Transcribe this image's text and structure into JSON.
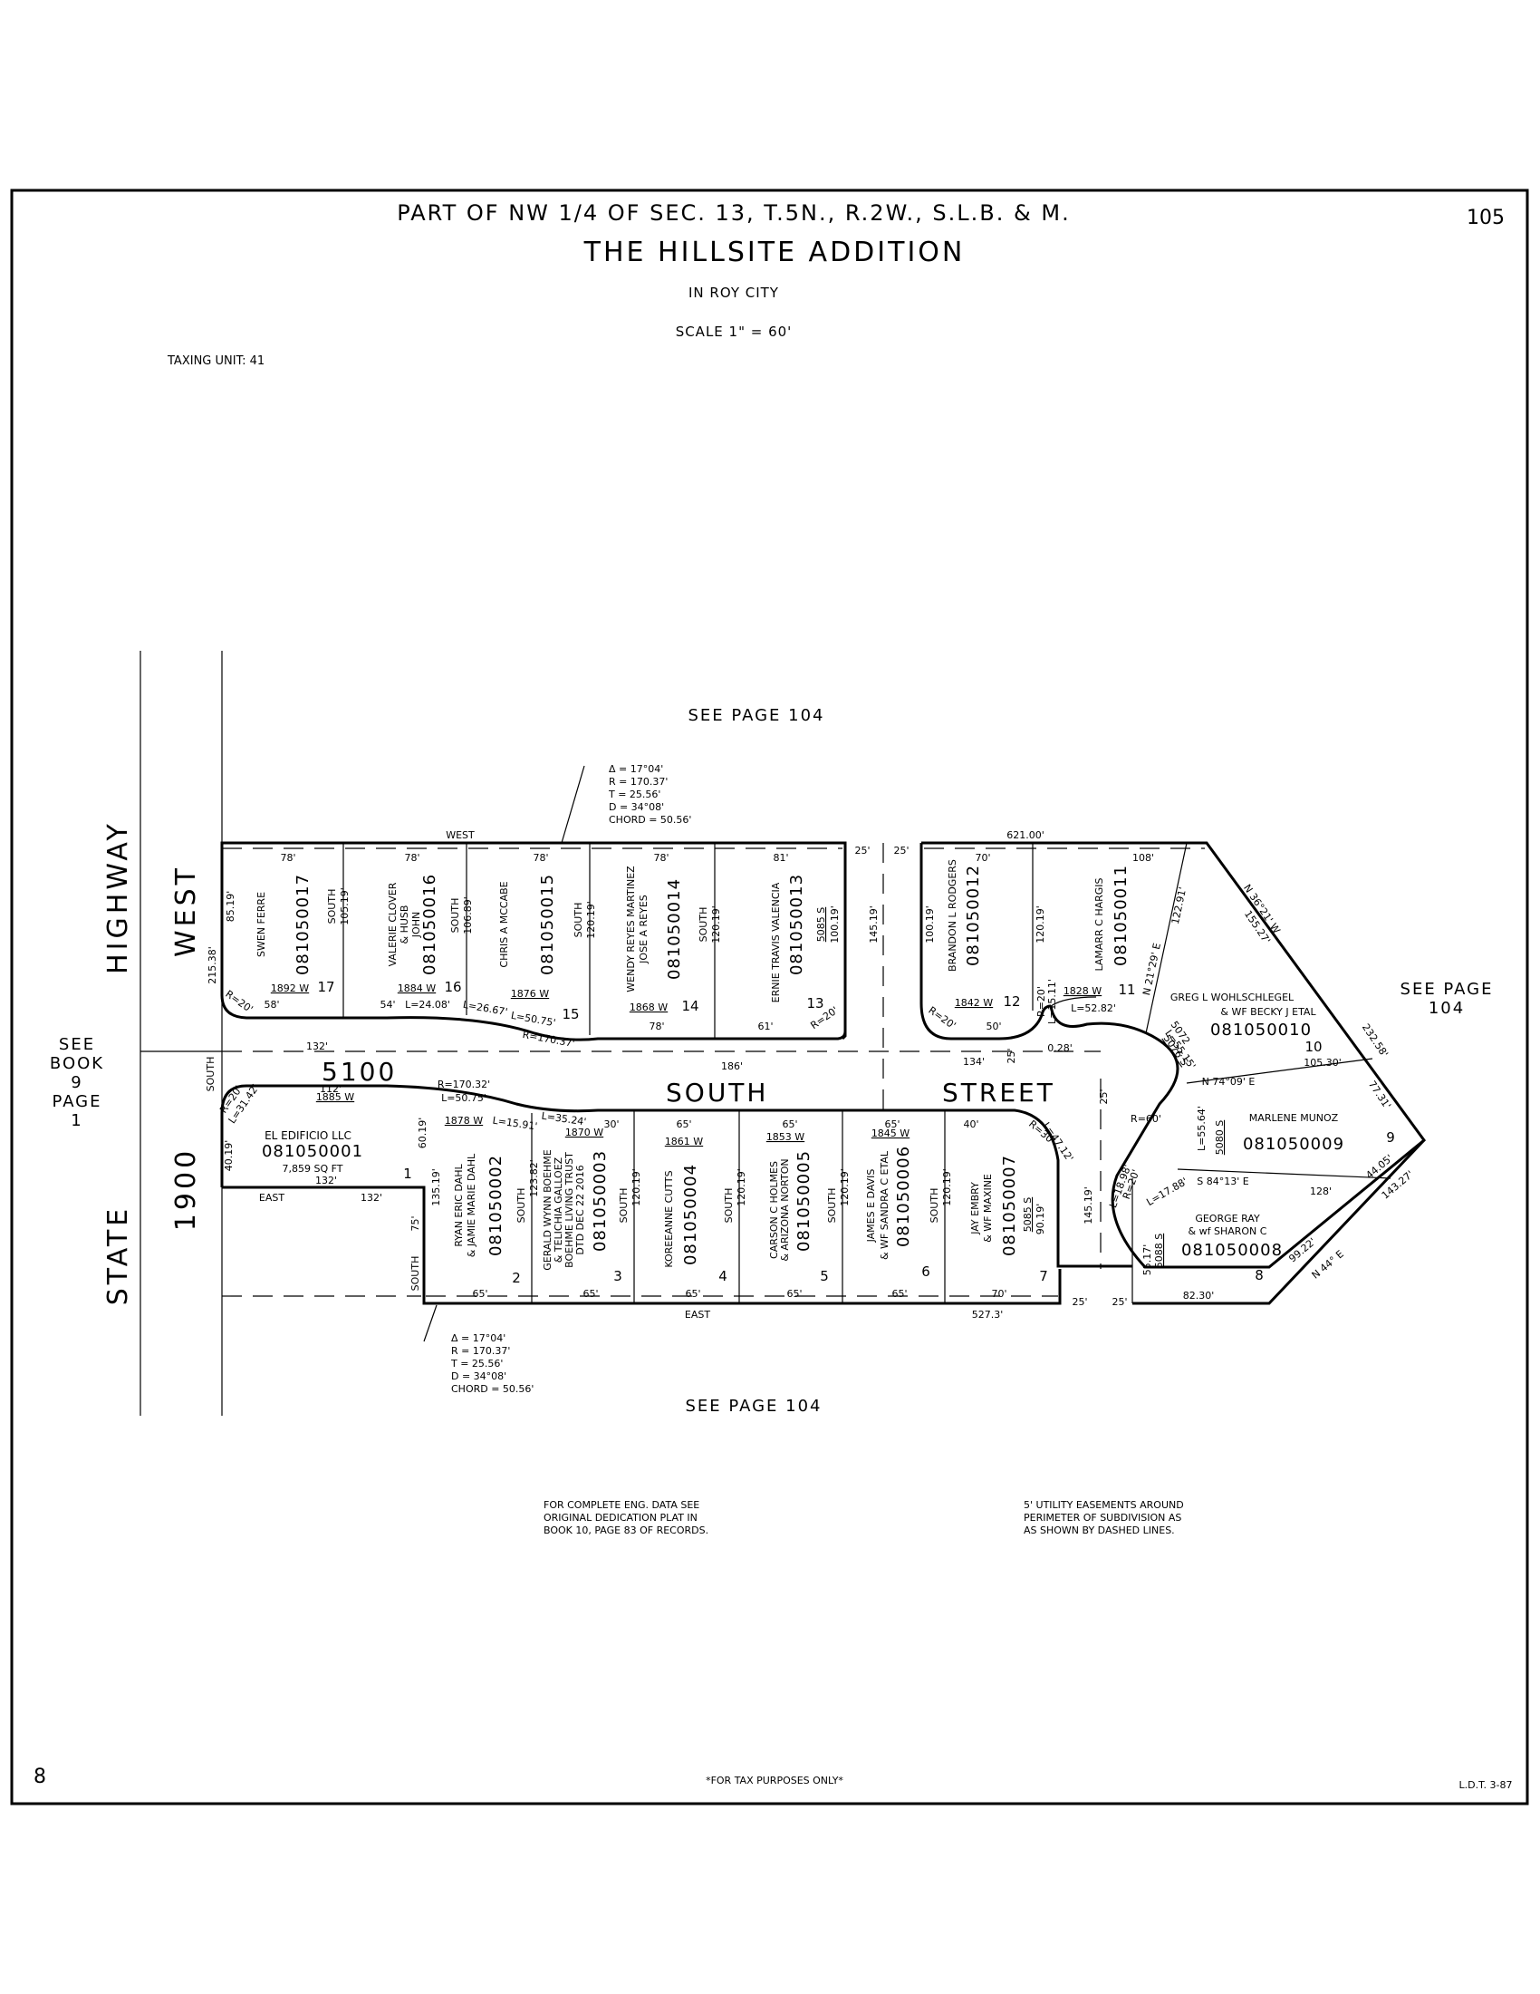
{
  "header": {
    "section": "PART OF NW 1/4 OF SEC. 13, T.5N., R.2W., S.L.B. & M.",
    "title": "THE HILLSITE ADDITION",
    "city": "IN ROY CITY",
    "scale": "SCALE 1\" = 60'",
    "taxing_unit": "TAXING UNIT: 41",
    "page_number": "105",
    "corner_number": "8",
    "tax_note": "*FOR TAX PURPOSES ONLY*",
    "ldt": "L.D.T. 3-87"
  },
  "references": {
    "see_top": "SEE PAGE 104",
    "see_bottom": "SEE PAGE 104",
    "see_right_1": "SEE PAGE",
    "see_right_2": "104",
    "see_left_1": "SEE",
    "see_left_2": "BOOK",
    "see_left_3": "9",
    "see_left_4": "PAGE",
    "see_left_5": "1"
  },
  "streets": {
    "highway_1": "HIGHWAY",
    "highway_2": "WEST",
    "state_1": "STATE",
    "state_2": "1900",
    "street_1": "5100",
    "street_2": "SOUTH",
    "street_3": "STREET"
  },
  "curve_top": {
    "delta": "Δ = 17°04'",
    "r": "R = 170.37'",
    "t": "T = 25.56'",
    "d": "D = 34°08'",
    "chord": "CHORD = 50.56'"
  },
  "curve_bottom": {
    "delta": "Δ = 17°04'",
    "r": "R = 170.37'",
    "t": "T = 25.56'",
    "d": "D = 34°08'",
    "chord": "CHORD = 50.56'"
  },
  "notes": {
    "eng_1": "FOR COMPLETE ENG. DATA SEE",
    "eng_2": "ORIGINAL DEDICATION PLAT IN",
    "eng_3": "BOOK 10, PAGE 83 OF RECORDS.",
    "ease_1": "5' UTILITY EASEMENTS AROUND",
    "ease_2": "PERIMETER OF SUBDIVISION AS",
    "ease_3": "AS SHOWN BY DASHED LINES."
  },
  "lots": {
    "l17": {
      "owner": "SWEN FERRE",
      "parcel": "081050017",
      "addr": "1892 W",
      "num": "17"
    },
    "l16": {
      "owner1": "VALERIE CLOVER",
      "owner2": "& HUSB",
      "owner3": "JOHN",
      "parcel": "081050016",
      "addr": "1884 W",
      "num": "16"
    },
    "l15": {
      "owner": "CHRIS A MCCABE",
      "parcel": "081050015",
      "addr": "1876 W",
      "num": "15"
    },
    "l14": {
      "owner1": "WENDY REYES MARTINEZ",
      "owner2": "JOSE A REYES",
      "parcel": "081050014",
      "addr": "1868 W",
      "num": "14"
    },
    "l13": {
      "owner": "ERNIE TRAVIS VALENCIA",
      "parcel": "081050013",
      "addr": "5085 S",
      "num": "13"
    },
    "l12": {
      "owner": "BRANDON L RODGERS",
      "parcel": "081050012",
      "addr": "1842 W",
      "num": "12"
    },
    "l11": {
      "owner": "LAMARR C HARGIS",
      "parcel": "081050011",
      "addr": "1828 W",
      "num": "11"
    },
    "l10": {
      "owner1": "GREG L WOHLSCHLEGEL",
      "owner2": "& WF BECKY J ETAL",
      "parcel": "081050010",
      "addr": "5076 S",
      "addr2": "5072",
      "num": "10"
    },
    "l9": {
      "owner": "MARLENE MUNOZ",
      "parcel": "081050009",
      "addr": "5080 S",
      "num": "9"
    },
    "l8": {
      "owner1": "GEORGE RAY",
      "owner2": "& wf SHARON C",
      "parcel": "081050008",
      "addr": "5088 S",
      "num": "8"
    },
    "l7": {
      "owner1": "JAY EMBRY",
      "owner2": "& WF MAXINE",
      "parcel": "081050007",
      "addr": "5085 S",
      "num": "7"
    },
    "l6": {
      "owner1": "JAMES E DAVIS",
      "owner2": "& WF SANDRA C ETAL",
      "parcel": "081050006",
      "addr": "1845 W",
      "num": "6"
    },
    "l5": {
      "owner1": "CARSON C HOLMES",
      "owner2": "& ARIZONA NORTON",
      "parcel": "081050005",
      "addr": "1853 W",
      "num": "5"
    },
    "l4": {
      "owner": "KOREEANNE CUTTS",
      "parcel": "081050004",
      "addr": "1861 W",
      "num": "4"
    },
    "l3": {
      "owner1": "GERALD WYNN BOEHME",
      "owner2": "& TELICHIA GALLOEZ",
      "owner3": "BOEHME LIVING TRUST",
      "owner4": "DTD DEC 22 2016",
      "parcel": "081050003",
      "addr": "1870 W",
      "num": "3"
    },
    "l2": {
      "owner1": "RYAN ERIC DAHL",
      "owner2": "& JAMIE MARIE DAHL",
      "parcel": "081050002",
      "addr": "1878 W",
      "num": "2"
    },
    "l1": {
      "owner": "EL EDIFICIO LLC",
      "parcel": "081050001",
      "area": "7,859 SQ FT",
      "addr": "1885 W",
      "num": "1"
    }
  },
  "dims": {
    "west": "WEST",
    "d621": "621.00'",
    "d78a": "78'",
    "d78b": "78'",
    "d78c": "78'",
    "d78d": "78'",
    "d81": "81'",
    "d25a": "25'",
    "d25b": "25'",
    "d70top": "70'",
    "d108": "108'",
    "d8519": "85.19'",
    "d10519": "105.19'",
    "d10689": "106.89'",
    "d12019a": "120.19'",
    "d12019b": "120.19'",
    "d10019": "100.19'",
    "d14519a": "145.19'",
    "d10019b": "100.19'",
    "d12019c": "120.19'",
    "south_a": "SOUTH",
    "south_b": "SOUTH",
    "south_c": "SOUTH",
    "south_d": "SOUTH",
    "d58": "58'",
    "d54": "54'",
    "l2408": "L=24.08'",
    "l2667": "L=26.67'",
    "l5075a": "L=50.75'",
    "r17037a": "R=170.37'",
    "d78e": "78'",
    "d61": "61'",
    "r20a": "R=20'",
    "r20b": "R=20'",
    "d50": "50'",
    "r20c": "R=20'",
    "l1511": "L=15.11'",
    "l5282": "L=52.82'",
    "d028": "0.28'",
    "d134": "134'",
    "d25c": "25'",
    "d186": "186'",
    "d132a": "132'",
    "d21538": "215.38'",
    "r20d": "R=20'",
    "n3621": "N 36°21' W",
    "d15527": "155.27'",
    "n2129": "N 21°29' E",
    "d12291": "122.91'",
    "l5515": "L=55.15'",
    "d23258": "232.58'",
    "d10530": "105.30'",
    "n7409": "N 74°09' E",
    "d7731": "77.31'",
    "l5564": "L=55.64'",
    "r60": "R=60'",
    "d25d": "25'",
    "d4405": "44.05'",
    "d14327": "143.27'",
    "s8413": "S 84°13' E",
    "d128": "128'",
    "d9922": "99.22'",
    "n44": "N 44° E",
    "d5517": "55.17'",
    "l1898": "L=18.98'",
    "r20e": "R=20'",
    "l1788": "L=17.88'",
    "d8230": "82.30'",
    "d25e": "25'",
    "d25f": "25'",
    "d14519b": "145.19'",
    "d5273": "527.3'",
    "east_b": "EAST",
    "d70b": "70'",
    "r30": "R=30'",
    "l4712": "L=47.12'",
    "d40": "40'",
    "d65a": "65'",
    "d65b": "65'",
    "d65c": "65'",
    "d65d": "65'",
    "d65e": "65'",
    "d30": "30'",
    "r17037b": "R=170.32'",
    "l5075b": "L=50.75'",
    "l1591": "L=15.91'",
    "l3524": "L=35.24'",
    "d112": "112'",
    "d6019": "60.19'",
    "d13519": "135.19'",
    "d75": "75'",
    "south_e": "SOUTH",
    "d4019": "40.19'",
    "r20f": "R=20'",
    "l3142": "L=31.42'",
    "east_a": "EAST",
    "d132b": "132'",
    "d132c": "132'",
    "d12382": "123.82'",
    "d12019d": "120.19'",
    "d12019e": "120.19'",
    "d12019f": "120.19'",
    "d12019g": "120.19'",
    "d9019": "90.19'",
    "south_f": "SOUTH",
    "south_g": "SOUTH",
    "south_h": "SOUTH",
    "south_i": "SOUTH",
    "south_j": "SOUTH",
    "south_k": "SOUTH",
    "south_l": "SOUTH"
  }
}
